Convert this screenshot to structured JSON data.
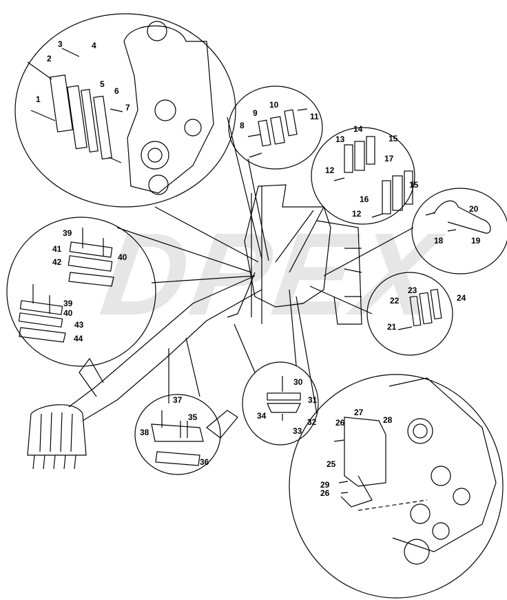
{
  "watermark": "DPEX",
  "labels": [
    "1",
    "2",
    "3",
    "4",
    "5",
    "6",
    "7",
    "8",
    "9",
    "10",
    "11",
    "12",
    "13",
    "14",
    "15",
    "16",
    "17",
    "18",
    "19",
    "20",
    "21",
    "22",
    "23",
    "24",
    "25",
    "26",
    "27",
    "28",
    "29",
    "30",
    "31",
    "32",
    "33",
    "34",
    "35",
    "36",
    "37",
    "38",
    "39",
    "40",
    "41",
    "42",
    "43",
    "44"
  ]
}
